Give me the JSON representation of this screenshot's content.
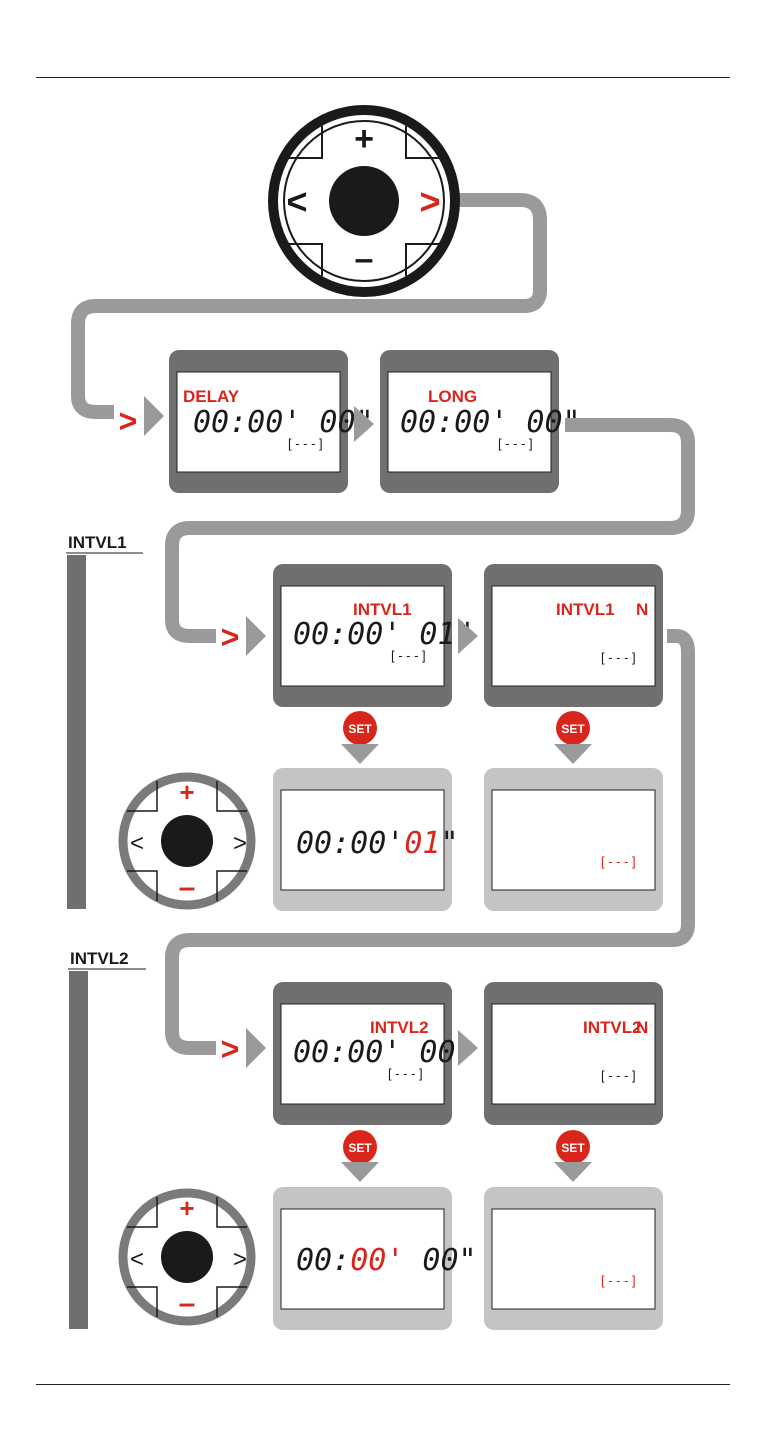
{
  "dial_top": {
    "plus": "+",
    "minus": "–",
    "left": "<",
    "right": ">"
  },
  "dial_small": {
    "plus": "+",
    "minus": "–",
    "left": "<",
    "right": ">"
  },
  "cursor": ">",
  "set_label": "SET",
  "placeholder": "[ - - - ]",
  "sections": {
    "intvl1": "INTVL1",
    "intvl2": "INTVL2"
  },
  "screens": {
    "delay": {
      "label": "DELAY",
      "time": "00:00' 00\""
    },
    "long": {
      "label": "LONG",
      "time": "00:00' 00\""
    },
    "intvl1": {
      "label": "INTVL1",
      "time": "00:00' 01\""
    },
    "intvl1_n": {
      "label": "INTVL1",
      "n": "N"
    },
    "intvl1_edit": {
      "time_a": "00:00'",
      "time_b": "01",
      "time_c": "\""
    },
    "intvl2": {
      "label": "INTVL2",
      "time": "00:00' 00\""
    },
    "intvl2_n": {
      "label": "INTVL2",
      "n": "N"
    },
    "intvl2_edit": {
      "time_a": "00:",
      "time_b": "00'",
      "time_c": " 00\""
    }
  },
  "colors": {
    "red": "#d9261c",
    "dark_frame": "#6f6f6f",
    "light_frame": "#c4c4c4",
    "arrow": "#999999"
  }
}
